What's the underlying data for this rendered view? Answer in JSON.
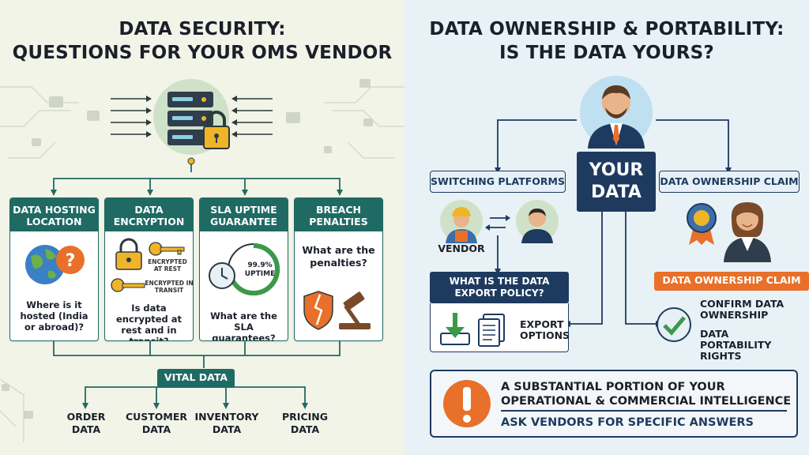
{
  "left": {
    "title_line1": "DATA SECURITY:",
    "title_line2": "QUESTIONS FOR YOUR OMS VENDOR",
    "cards": [
      {
        "head": "DATA HOSTING LOCATION",
        "question": "Where is it hosted (India or abroad)?"
      },
      {
        "head": "DATA ENCRYPTION",
        "question": "Is data encrypted at rest and in transit?",
        "label_rest": "ENCRYPTED AT REST",
        "label_transit": "ENCRYPTED IN TRANSIT"
      },
      {
        "head": "SLA UPTIME GUARANTEE",
        "question": "What are the SLA guarantees?",
        "uptime": "99.9% UPTIME"
      },
      {
        "head": "BREACH PENALTIES",
        "question": "What are the penalties?"
      }
    ],
    "vital": "VITAL DATA",
    "data_items": [
      "ORDER DATA",
      "CUSTOMER DATA",
      "INVENTORY DATA",
      "PRICING DATA"
    ]
  },
  "right": {
    "title_line1": "DATA OWNERSHIP & PORTABILITY:",
    "title_line2": "IS THE DATA YOURS?",
    "center": "YOUR DATA",
    "switching": "SWITCHING PLATFORMS",
    "vendor": "VENDOR",
    "claim_head": "DATA OWNERSHIP CLAIM",
    "claim_orange": "DATA OWNERSHIP CLAIM",
    "confirm": "CONFIRM DATA OWNERSHIP",
    "portability": "DATA PORTABILITY RIGHTS",
    "export_policy": "WHAT IS THE DATA EXPORT POLICY?",
    "export_options": "EXPORT OPTIONS",
    "warning_line1": "A SUBSTANTIAL PORTION OF YOUR",
    "warning_line2": "OPERATIONAL & COMMERCIAL INTELLIGENCE",
    "warning_line3": "ASK VENDORS FOR SPECIFIC ANSWERS"
  },
  "colors": {
    "teal": "#1f6a63",
    "navy": "#1e3a5f",
    "orange": "#e8702a",
    "gold": "#f0b429",
    "green": "#3a9a4a"
  }
}
